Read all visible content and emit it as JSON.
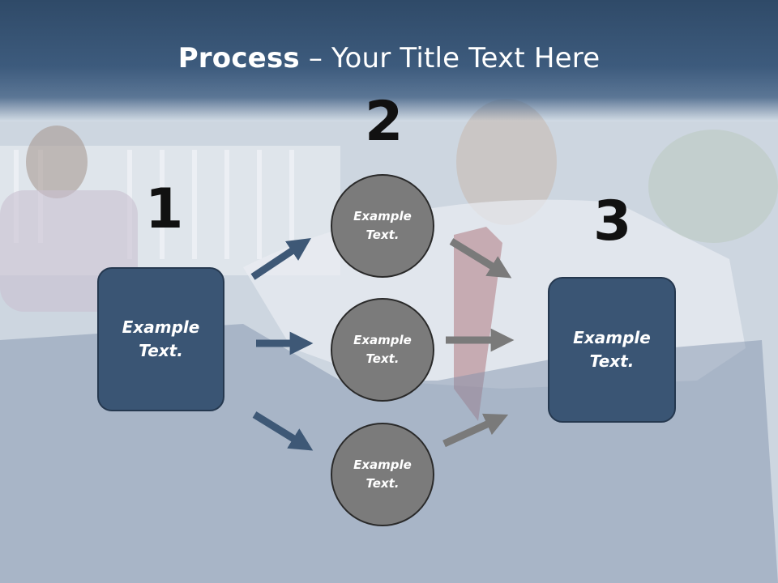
{
  "title": {
    "bold": "Process",
    "rest": " – Your Title Text Here"
  },
  "steps": {
    "one": {
      "number": "1",
      "text": "Example Text."
    },
    "two": {
      "number": "2",
      "items": [
        "Example Text.",
        "Example Text.",
        "Example Text."
      ]
    },
    "three": {
      "number": "3",
      "text": "Example Text."
    }
  },
  "colors": {
    "box": "#3a5574",
    "circle": "#7b7b7b",
    "arrow_left": "#3e5876",
    "arrow_right": "#7a7a7a",
    "title_band": "#3d5b7d"
  }
}
